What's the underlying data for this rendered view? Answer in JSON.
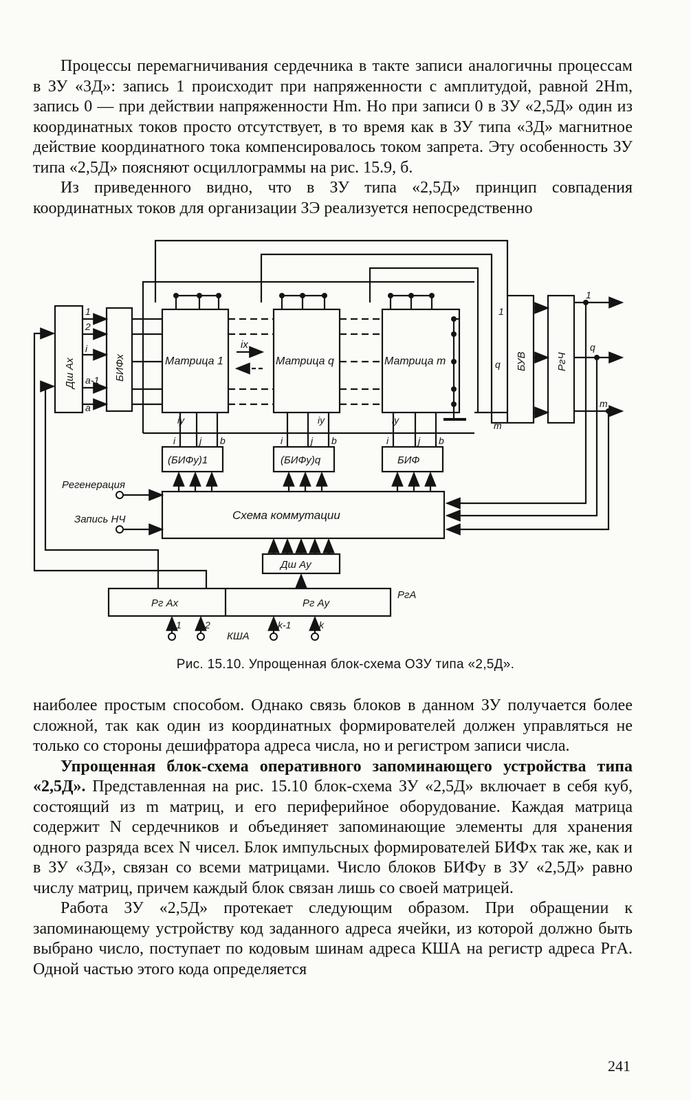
{
  "top_paragraphs": {
    "p1": "Процессы перемагничивания сердечника в такте записи аналогичны процессам в ЗУ «3Д»: запись 1 происходит при напряженности с амплитудой, равной 2Hm, запись 0 — при действии напряженности Hm. Но при записи 0 в ЗУ «2,5Д» один из координатных токов просто отсутствует, в то время как в ЗУ типа «3Д» магнитное действие координатного тока компенсировалось током запрета. Эту особенность ЗУ типа «2,5Д» поясняют осциллограммы на рис. 15.9, б.",
    "p2": "Из приведенного видно, что в ЗУ типа «2,5Д» принцип совпадения координатных токов для организации ЗЭ реализуется непосредственно"
  },
  "diagram": {
    "matrix_1": "Матрица 1",
    "matrix_q": "Матрица q",
    "matrix_m": "Матрица m",
    "dsh_ax": "Дш Аx",
    "bif_x": "БИФx",
    "buv": "БУВ",
    "rg_ch": "РгЧ",
    "bif_y1": "(БИФy)1",
    "bif_yq": "(БИФy)q",
    "bif": "БИФ",
    "switch": "Схема коммутации",
    "dsh_ay": "Дш Аy",
    "rg_ax": "Рг Аx",
    "rg_ay": "Рг Аy",
    "rg_a": "РгА",
    "regen": "Регенерация",
    "write_lf": "Запись НЧ",
    "ksha": "КША",
    "in_labels": [
      "1",
      "2",
      "i",
      "a-1",
      "a"
    ],
    "out_labels": [
      "1",
      "q",
      "m"
    ],
    "buv_in_labels": [
      "1",
      "q",
      "m"
    ],
    "ijb": [
      "i",
      "j",
      "b"
    ],
    "addr_inputs": [
      "1",
      "2",
      "k-1",
      "k"
    ],
    "ix": "ix",
    "iy": "iy"
  },
  "caption": "Рис. 15.10. Упрощенная блок-схема ОЗУ типа «2,5Д».",
  "bottom_paragraphs": {
    "p1": "наиболее простым способом. Однако связь блоков в данном ЗУ получается более сложной, так как один из координатных формирователей должен управляться не только со стороны дешифратора адреса числа, но и регистром записи числа.",
    "p2_bold": "Упрощенная блок-схема оперативного запоминающего устройства типа «2,5Д».",
    "p2_rest": " Представленная на рис. 15.10 блок-схема ЗУ «2,5Д» включает в себя куб, состоящий из m матриц, и его периферийное оборудование. Каждая матрица содержит N сердечников и объединяет запоминающие элементы для хранения одного разряда всех N чисел. Блок импульсных формирователей БИФx так же, как и в ЗУ «3Д», связан со всеми матрицами. Число блоков БИФy в ЗУ «2,5Д» равно числу матриц, причем каждый блок связан лишь со своей матрицей.",
    "p3": "Работа ЗУ «2,5Д» протекает следующим образом. При обращении к запоминающему устройству код заданного адреса ячейки, из которой должно быть выбрано число, поступает по кодовым шинам адреса КША на регистр адреса РгА. Одной частью этого кода определяется"
  },
  "page_number": "241"
}
